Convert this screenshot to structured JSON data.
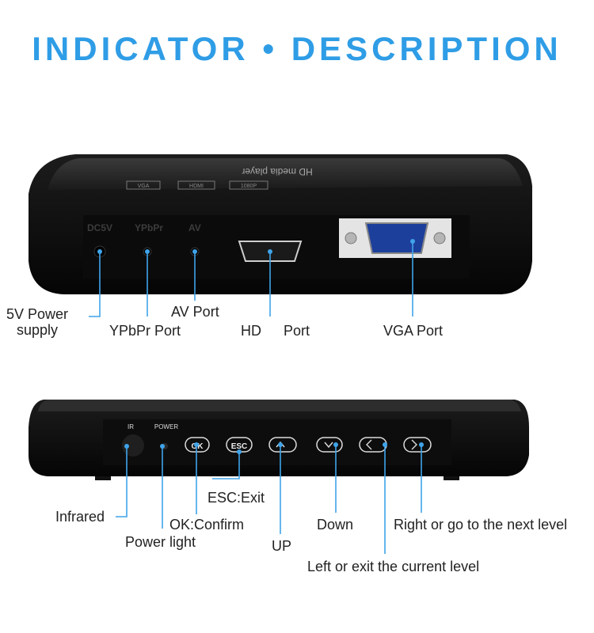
{
  "title": "INDICATOR • DESCRIPTION",
  "colors": {
    "accent": "#2f9de6",
    "device": "#141414",
    "callout": "#3fa4ea"
  },
  "device_top_text": "HD media player",
  "rear_panel": {
    "port_marks": {
      "dc": "DC5V",
      "ypbpr": "YPbPr",
      "av": "AV"
    },
    "top_badges": [
      "VGA",
      "HDMI",
      "1080P"
    ],
    "labels": {
      "power": "5V Power\nsupply",
      "ypbpr": "YPbPr Port",
      "av": "AV Port",
      "hd": "HD",
      "hd_port": "Port",
      "vga": "VGA Port"
    }
  },
  "front_panel": {
    "marks": {
      "ir": "IR",
      "power": "POWER",
      "ok": "OK",
      "esc": "ESC"
    },
    "labels": {
      "infrared": "Infrared",
      "power_light": "Power light",
      "ok": "OK:Confirm",
      "esc": "ESC:Exit",
      "up": "UP",
      "down": "Down",
      "left": "Left or exit the current level",
      "right": "Right or go to the next level"
    }
  }
}
